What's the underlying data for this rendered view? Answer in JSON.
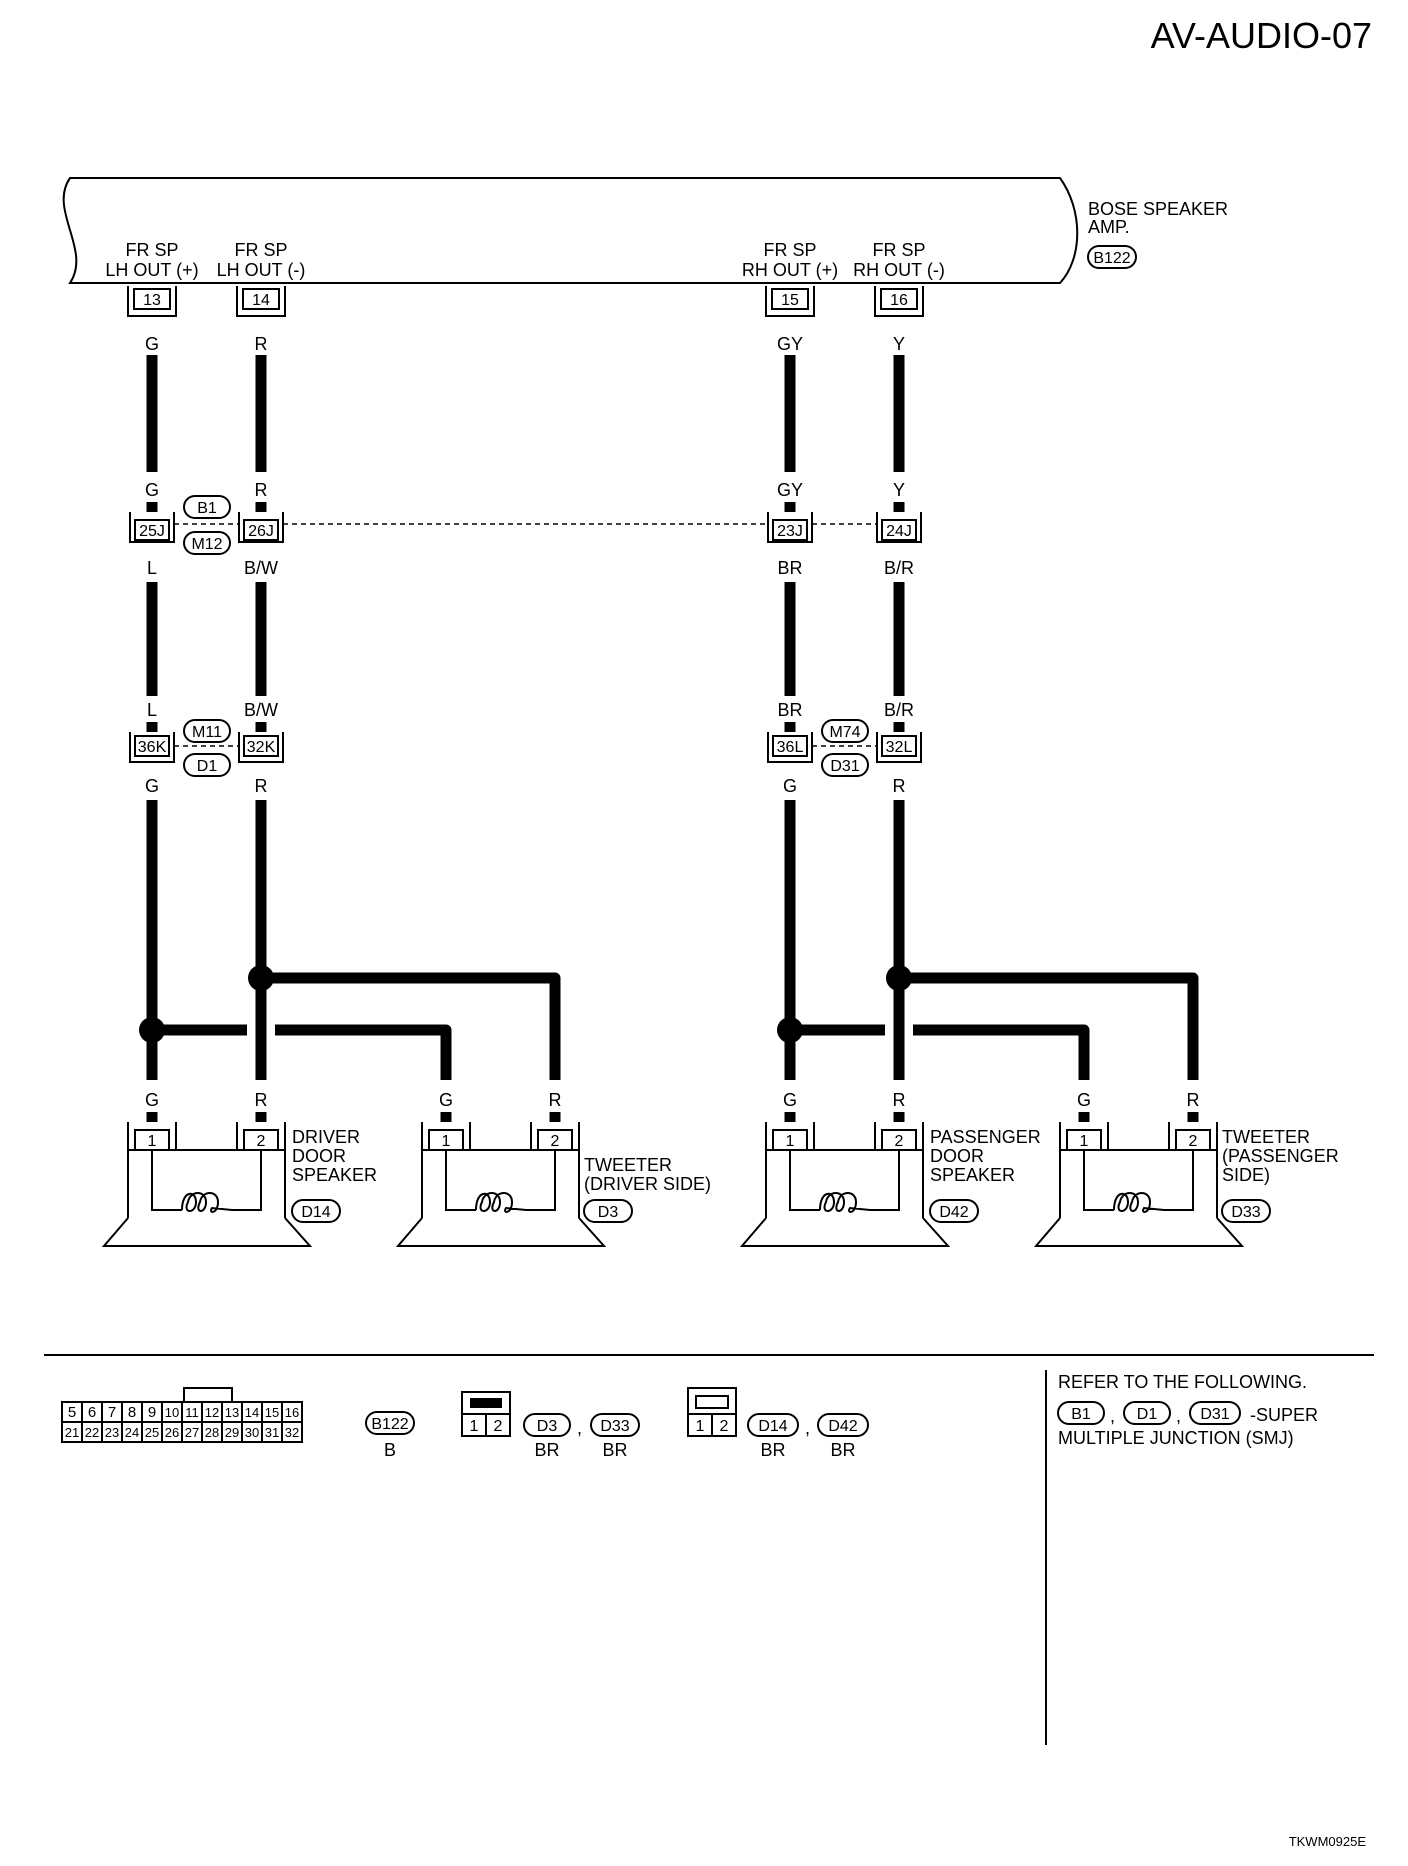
{
  "page_code": "AV-AUDIO-07",
  "figure_code": "TKWM0925E",
  "amp": {
    "name_line1": "BOSE SPEAKER",
    "name_line2": "AMP.",
    "connector": "B122",
    "terminals": [
      {
        "no": "13",
        "label1": "FR SP",
        "label2": "LH OUT (+)",
        "color_top": "G"
      },
      {
        "no": "14",
        "label1": "FR SP",
        "label2": "LH OUT (-)",
        "color_top": "R"
      },
      {
        "no": "15",
        "label1": "FR SP",
        "label2": "RH OUT (+)",
        "color_top": "GY"
      },
      {
        "no": "16",
        "label1": "FR SP",
        "label2": "RH OUT (-)",
        "color_top": "Y"
      }
    ]
  },
  "junction1": {
    "conn_upper": "B1",
    "conn_lower": "M12",
    "pins": [
      "25J",
      "26J",
      "23J",
      "24J"
    ],
    "colors_in": [
      "G",
      "R",
      "GY",
      "Y"
    ],
    "colors_out": [
      "L",
      "B/W",
      "BR",
      "B/R"
    ]
  },
  "junction2_left": {
    "conn_upper": "M11",
    "conn_lower": "D1",
    "pins": [
      "36K",
      "32K"
    ],
    "colors_in": [
      "L",
      "B/W"
    ],
    "colors_out": [
      "G",
      "R"
    ]
  },
  "junction2_right": {
    "conn_upper": "M74",
    "conn_lower": "D31",
    "pins": [
      "36L",
      "32L"
    ],
    "colors_in": [
      "BR",
      "B/R"
    ],
    "colors_out": [
      "G",
      "R"
    ]
  },
  "speakers": [
    {
      "line1": "DRIVER",
      "line2": "DOOR",
      "line3": "SPEAKER",
      "connector": "D14",
      "pin1": "1",
      "pin2": "2",
      "c1": "G",
      "c2": "R"
    },
    {
      "line1": "TWEETER",
      "line2": "(DRIVER SIDE)",
      "line3": "",
      "connector": "D3",
      "pin1": "1",
      "pin2": "2",
      "c1": "G",
      "c2": "R"
    },
    {
      "line1": "PASSENGER",
      "line2": "DOOR",
      "line3": "SPEAKER",
      "connector": "D42",
      "pin1": "1",
      "pin2": "2",
      "c1": "G",
      "c2": "R"
    },
    {
      "line1": "TWEETER",
      "line2": "(PASSENGER",
      "line3": " SIDE)",
      "connector": "D33",
      "pin1": "1",
      "pin2": "2",
      "c1": "G",
      "c2": "R"
    }
  ],
  "legend": {
    "b122_row1": [
      "5",
      "6",
      "7",
      "8",
      "9",
      "10",
      "11",
      "12",
      "13",
      "14",
      "15",
      "16"
    ],
    "b122_row2": [
      "21",
      "22",
      "23",
      "24",
      "25",
      "26",
      "27",
      "28",
      "29",
      "30",
      "31",
      "32"
    ],
    "b122_label": "B122",
    "b122_color": "B",
    "small1_pins": [
      "1",
      "2"
    ],
    "small1_conn_a": "D3",
    "small1_conn_b": "D33",
    "small1_color_a": "BR",
    "small1_color_b": "BR",
    "small2_pins": [
      "1",
      "2"
    ],
    "small2_conn_a": "D14",
    "small2_conn_b": "D42",
    "small2_color_a": "BR",
    "small2_color_b": "BR",
    "sep": ","
  },
  "refer": {
    "line1": "REFER TO THE FOLLOWING.",
    "conns": [
      "B1",
      "D1",
      "D31"
    ],
    "sep": ",",
    "suffix": "-SUPER",
    "line3": "MULTIPLE JUNCTION (SMJ)"
  }
}
